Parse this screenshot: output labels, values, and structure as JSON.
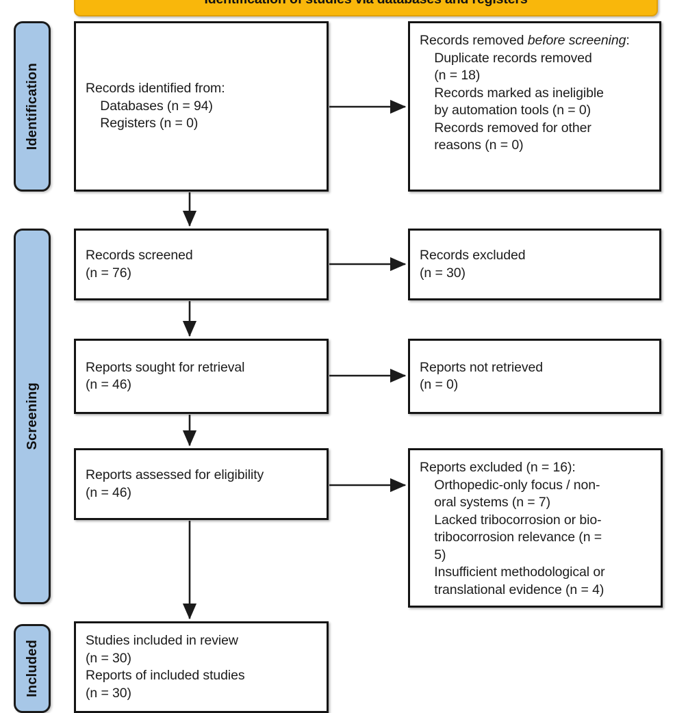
{
  "header": {
    "title": "Identification of studies via databases and registers",
    "bar_color": "#F9B70B"
  },
  "stages": {
    "identification": "Identification",
    "screening": "Screening",
    "included": "Included",
    "color": "#A7C7E7"
  },
  "boxes": {
    "identified": {
      "line1": "Records identified from:",
      "line2": "    Databases (n = 94)",
      "line3": "    Registers (n = 0)",
      "text": "Records identified from:\n    Databases (n = 94)\n    Registers (n = 0)"
    },
    "removed_before_screening": {
      "heading_plain": "Records removed ",
      "heading_italic": "before screening",
      "heading_colon": ":",
      "body": "    Duplicate records removed\n    (n = 18)\n    Records marked as ineligible\n    by automation tools (n = 0)\n    Records removed for other\n    reasons (n = 0)"
    },
    "screened": {
      "text": "Records screened\n(n = 76)"
    },
    "excluded_screening": {
      "text": "Records excluded\n(n = 30)"
    },
    "sought": {
      "text": "Reports sought for retrieval\n(n = 46)"
    },
    "not_retrieved": {
      "text": "Reports not retrieved\n(n = 0)"
    },
    "assessed": {
      "text": "Reports assessed for eligibility\n(n = 46)"
    },
    "excluded_reports": {
      "text": "Reports excluded (n = 16):\n    Orthopedic-only focus / non-\n    oral systems (n = 7)\n    Lacked tribocorrosion or bio-\n    tribocorrosion relevance (n =\n    5)\n    Insufficient methodological or\n    translational evidence (n = 4)"
    },
    "included": {
      "text": "Studies included in review\n(n = 30)\nReports of included studies\n(n = 30)"
    }
  },
  "prisma_counts": {
    "records_identified_databases": 94,
    "records_identified_registers": 0,
    "duplicate_records_removed": 18,
    "records_marked_ineligible_automation": 0,
    "records_removed_other_reasons": 0,
    "records_screened": 76,
    "records_excluded": 30,
    "reports_sought_for_retrieval": 46,
    "reports_not_retrieved": 0,
    "reports_assessed_for_eligibility": 46,
    "reports_excluded_total": 16,
    "reports_excluded_orthopedic_only": 7,
    "reports_excluded_lacked_tribocorrosion": 5,
    "reports_excluded_insufficient_evidence": 4,
    "studies_included_in_review": 30,
    "reports_of_included_studies": 30
  }
}
